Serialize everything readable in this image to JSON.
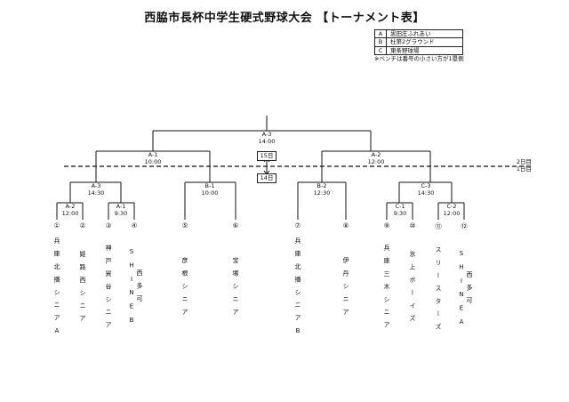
{
  "title": "西脇市長杯中学生硬式野球大会 【トーナメント表】",
  "legend": [
    {
      "code": "A",
      "venue": "黒田庄ふれあい"
    },
    {
      "code": "B",
      "venue": "杜第2グラウンド"
    },
    {
      "code": "C",
      "venue": "東条野球場"
    }
  ],
  "note": "※ベンチは番号の小さい方が1塁側",
  "day_labels": {
    "day2": "2日目",
    "day1": "1日目"
  },
  "date_boxes": {
    "upper": "15日",
    "lower": "14日"
  },
  "matches": {
    "final": {
      "code": "A-3",
      "time": "14:00"
    },
    "semi_left": {
      "code": "A-1",
      "time": "10:00"
    },
    "semi_right": {
      "code": "A-2",
      "time": "12:00"
    },
    "qf1": {
      "code": "A-3",
      "time": "14:30"
    },
    "qf2": {
      "code": "B-1",
      "time": "10:00"
    },
    "qf3": {
      "code": "B-2",
      "time": "12:30"
    },
    "qf4": {
      "code": "C-3",
      "time": "14:30"
    },
    "r1_1": {
      "code": "A-2",
      "time": "12:00"
    },
    "r1_2": {
      "code": "A-1",
      "time": "9:30"
    },
    "r1_3": {
      "code": "C-1",
      "time": "9:30"
    },
    "r1_4": {
      "code": "C-2",
      "time": "12:00"
    }
  },
  "teams": [
    {
      "num": "①",
      "name": "兵庫北播シニアA"
    },
    {
      "num": "②",
      "name": "姫路西シニア"
    },
    {
      "num": "③",
      "name": "神戸貿谷シニア"
    },
    {
      "num": "④",
      "name": "西多可SHINEB"
    },
    {
      "num": "⑤",
      "name": "彦根シニア"
    },
    {
      "num": "⑥",
      "name": "宝塚シニア"
    },
    {
      "num": "⑦",
      "name": "兵庫北播シニアB"
    },
    {
      "num": "⑧",
      "name": "伊丹シニア"
    },
    {
      "num": "⑨",
      "name": "兵庫三木シニア"
    },
    {
      "num": "⑩",
      "name": "氷上ボーイズ"
    },
    {
      "num": "⑪",
      "name": "スリースターズ"
    },
    {
      "num": "⑫",
      "name": "西多可SHINEA"
    }
  ]
}
